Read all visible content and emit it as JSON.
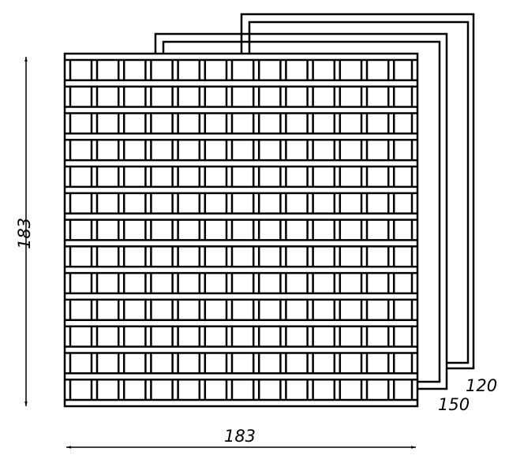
{
  "dimensions": {
    "height_label": "183",
    "width_label": "183",
    "back_panel_label": "120",
    "middle_panel_label": "150"
  },
  "panel": {
    "rows": 13,
    "columns": 13
  },
  "colors": {
    "stroke": "#000000",
    "background": "#ffffff"
  }
}
